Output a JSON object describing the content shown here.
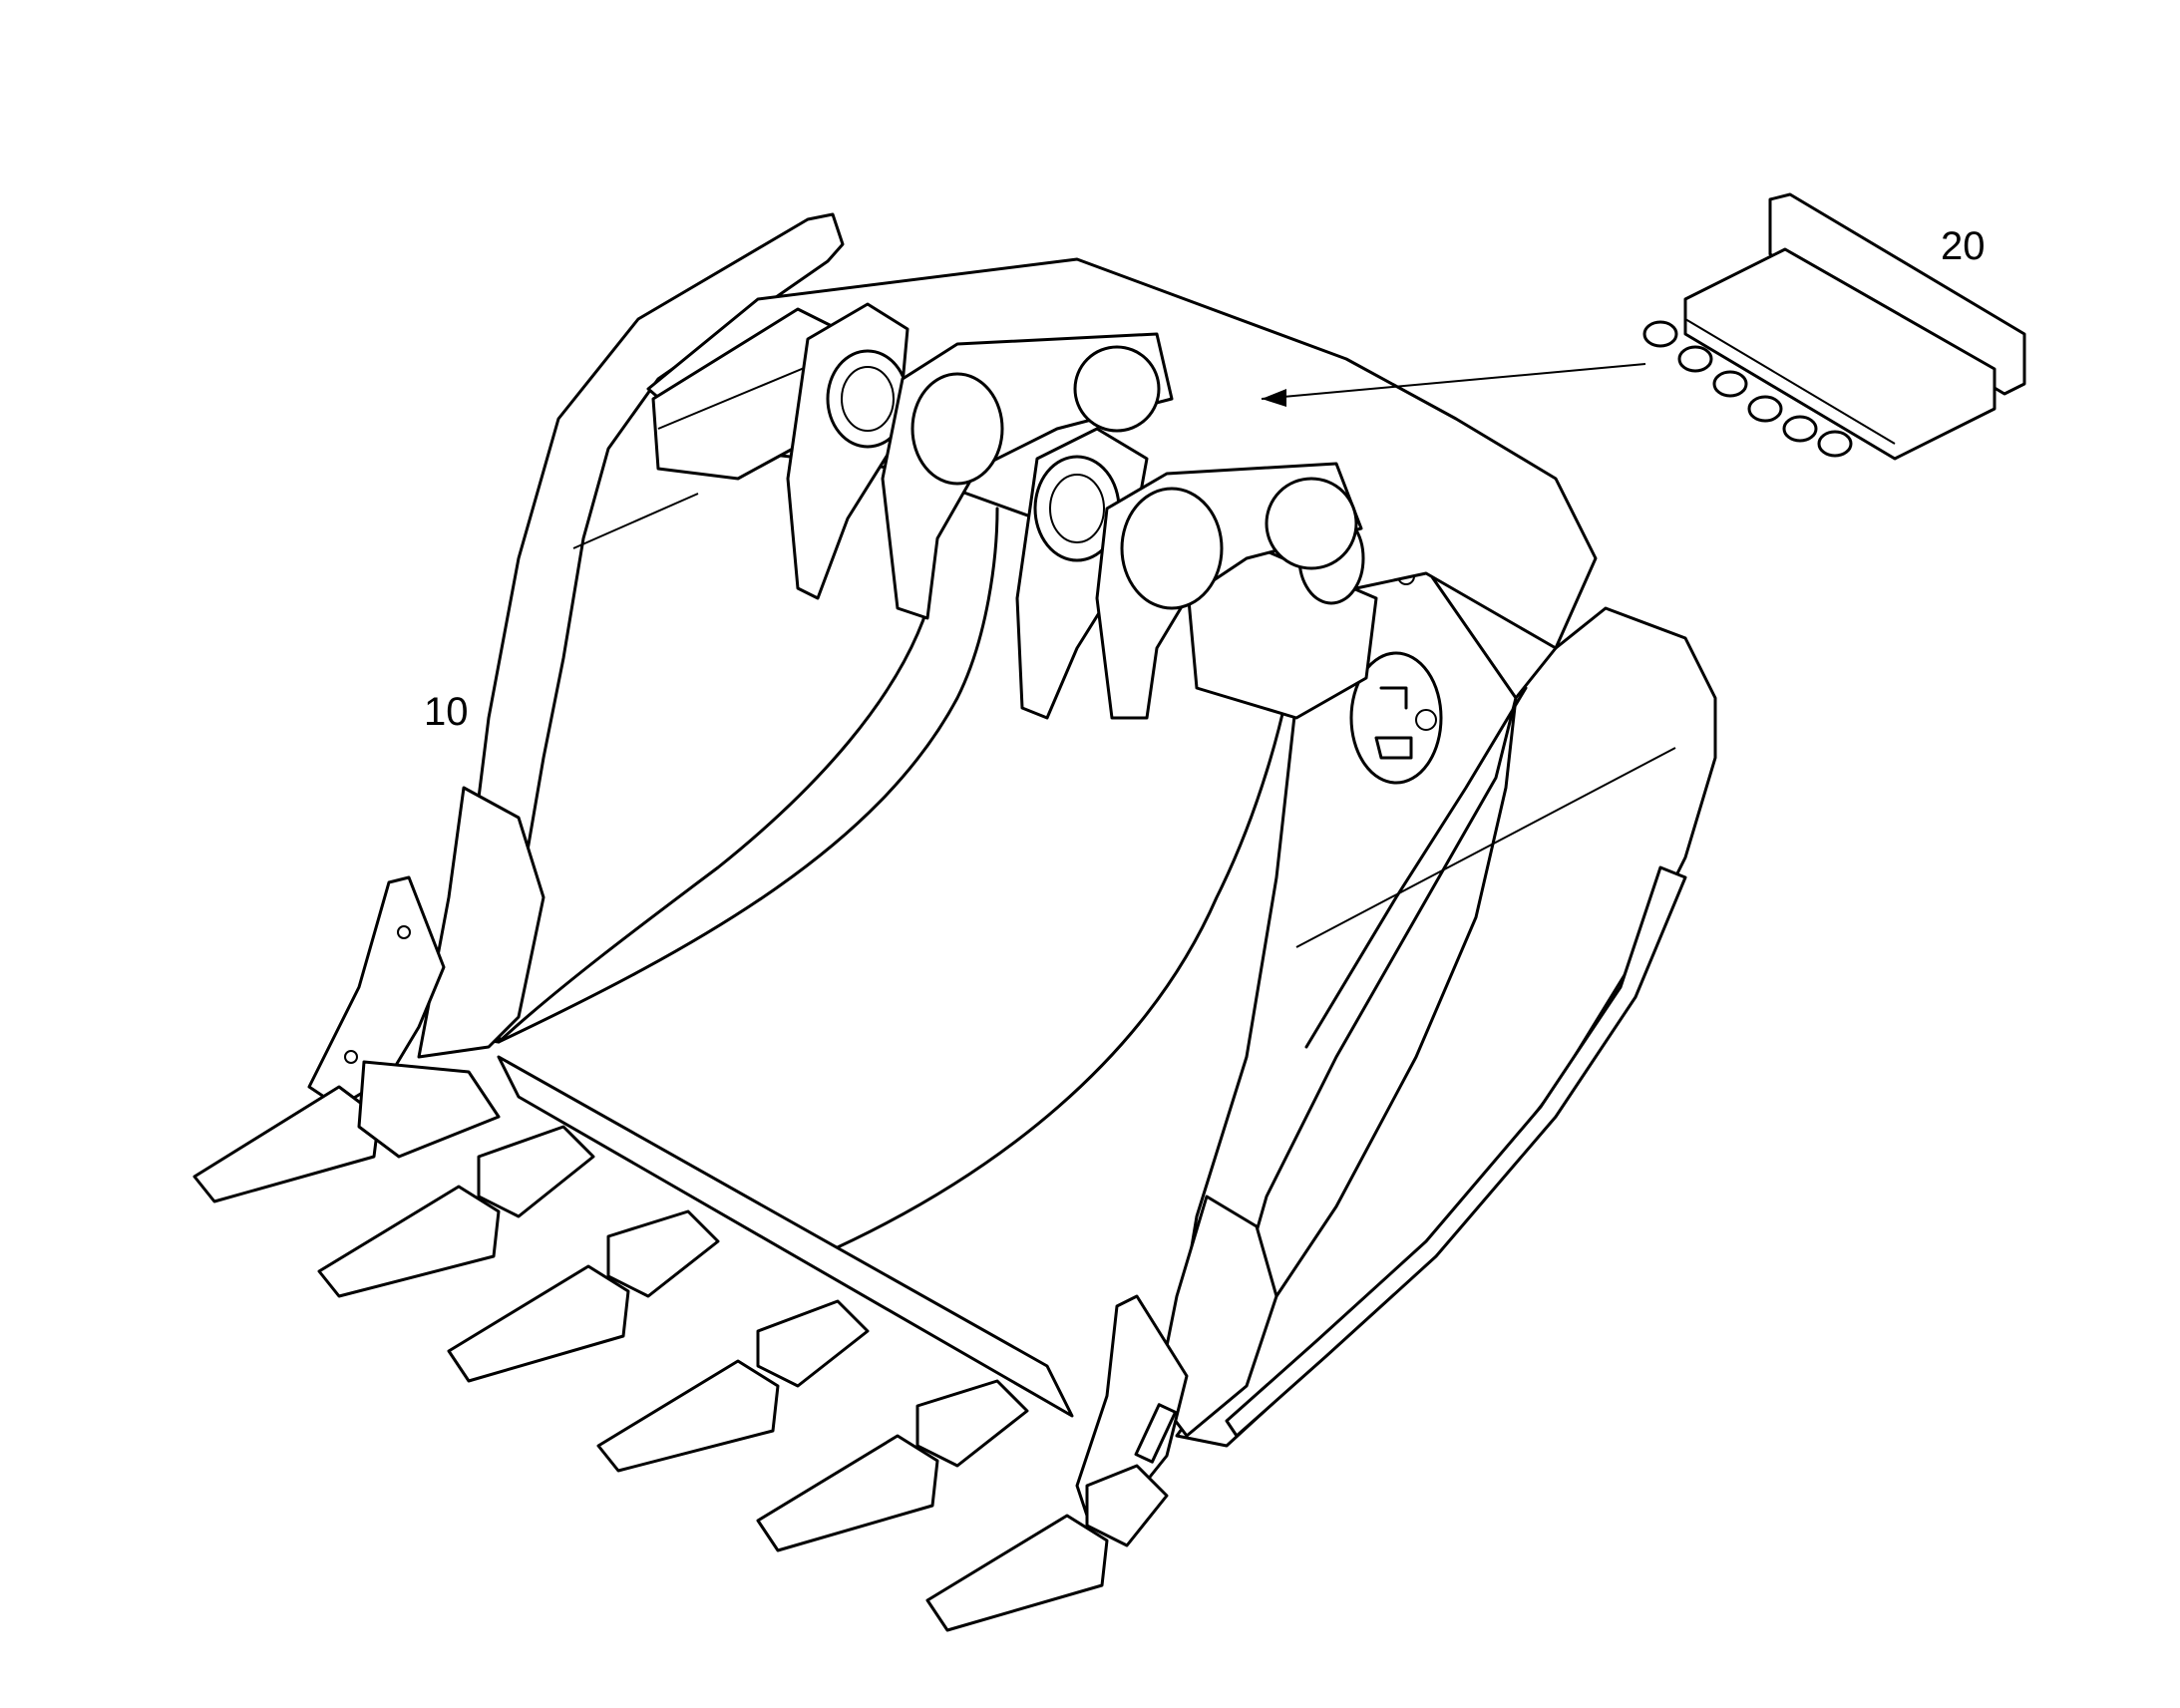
{
  "callouts": [
    {
      "id": "bucket",
      "label": "10"
    },
    {
      "id": "lubrication-block",
      "label": "20"
    }
  ],
  "colors": {
    "line": "#000000",
    "background": "#ffffff"
  }
}
